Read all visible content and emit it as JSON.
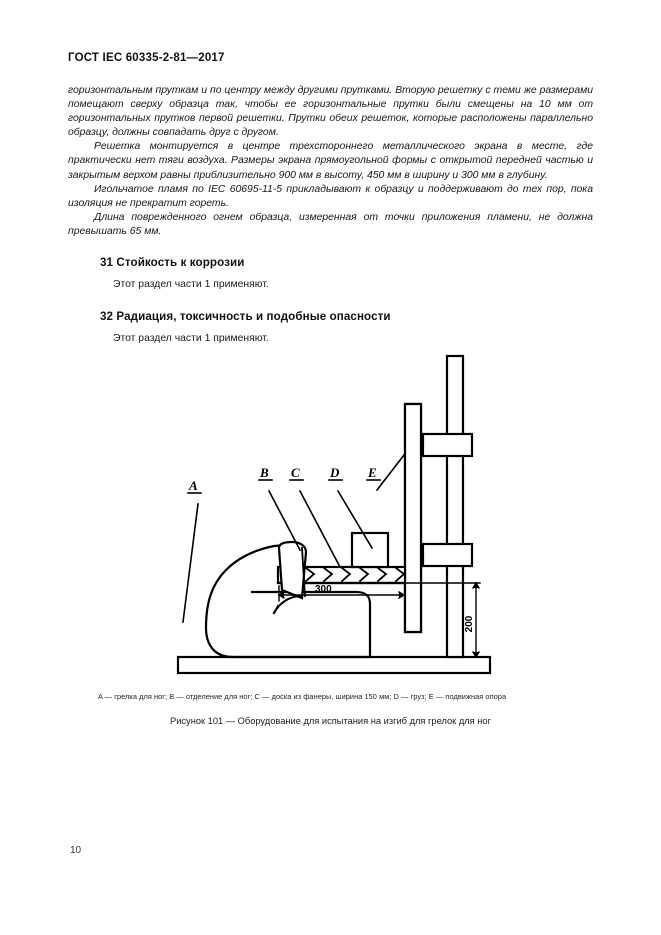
{
  "document": {
    "header": "ГОСТ IEC 60335-2-81—2017",
    "page_number": "10"
  },
  "body": {
    "paragraphs": [
      "горизонтальным пруткам и по центру между другими прутками. Вторую решетку с теми же размерами помещают сверху образца так, чтобы ее горизонтальные прутки были смещены на 10 мм от горизонтальных прутков первой решетки. Прутки обеих решеток, которые расположены параллельно образцу, должны совпадать друг с другом.",
      "Решетка монтируется в центре трехстороннего металлического экрана в месте, где практически нет тяги воздуха. Размеры экрана прямоугольной формы с открытой передней частью и закрытым верхом равны приблизительно 900 мм в высоту, 450 мм в ширину и 300 мм в глубину.",
      "Игольчатое пламя по IEC 60695-11-5 прикладывают к образцу и поддерживают до тех пор, пока изоляция не прекратит гореть.",
      "Длина поврежденного огнем образца, измеренная от точки приложения пламени, не должна превышать 65 мм."
    ]
  },
  "sections": [
    {
      "id": "sec31",
      "number_title": "31 Стойкость к коррозии",
      "text": "Этот раздел части 1 применяют."
    },
    {
      "id": "sec32",
      "number_title": "32 Радиация, токсичность и подобные опасности",
      "text": "Этот раздел части 1 применяют."
    }
  ],
  "figure": {
    "labels": {
      "a": "A",
      "b": "B",
      "c": "C",
      "d": "D",
      "e": "E"
    },
    "dimensions": {
      "horizontal": "300",
      "vertical": "200"
    },
    "legend": "A — грелка для ног; B — отделение для ног; C — доска из фанеры, ширина 150 мм; D — груз; E — подвижная опора",
    "caption": "Рисунок 101 — Оборудование для испытания на изгиб для грелок для ног"
  }
}
